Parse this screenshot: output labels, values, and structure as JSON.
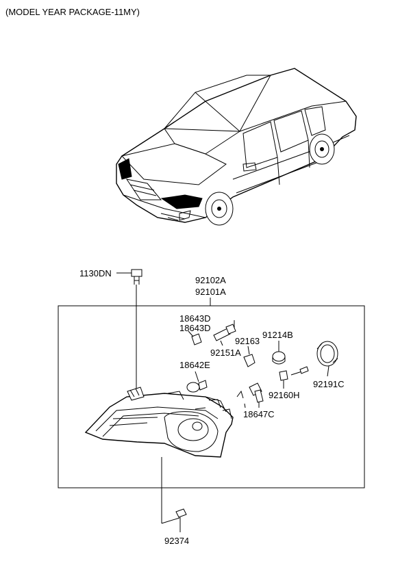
{
  "header": {
    "package_note": "(MODEL YEAR PACKAGE-11MY)"
  },
  "parts": {
    "p1130DN": "1130DN",
    "p92102A": "92102A",
    "p92101A": "92101A",
    "p18643D_1": "18643D",
    "p18643D_2": "18643D",
    "p92163": "92163",
    "p92151A": "92151A",
    "p91214B": "91214B",
    "p18642E": "18642E",
    "p92191C": "92191C",
    "p92160H": "92160H",
    "p18647C": "18647C",
    "p92374": "92374"
  }
}
